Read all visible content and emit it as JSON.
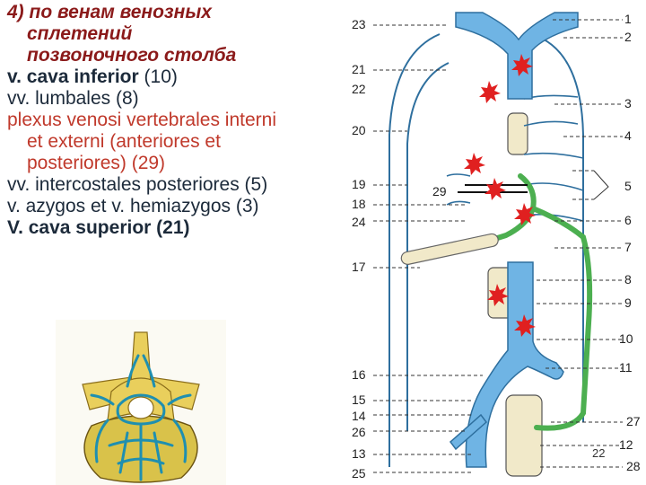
{
  "heading": {
    "line1": "4) по венам венозных",
    "line2": "сплетений",
    "line3": "позвоночного столба"
  },
  "list": {
    "l1_name": "v. cava inferior",
    "l1_num": "(10)",
    "l2": "vv. lumbales (8)",
    "l3a": "plexus venosi vertebrales interni",
    "l3b": "et externi (anteriores et",
    "l3c": "posteriores) (29)",
    "l4": "vv. intercostales posteriores (5)",
    "l5": "v. azygos et v. hemiazygos (3)",
    "l6": "V. cava superior (21)"
  },
  "diagram": {
    "left_labels": [
      "23",
      "21",
      "22",
      "20",
      "19",
      "18",
      "24",
      "17",
      "16",
      "15",
      "14",
      "26",
      "13",
      "25"
    ],
    "right_labels": [
      "1",
      "2",
      "3",
      "4",
      "5",
      "6",
      "7",
      "8",
      "9",
      "10",
      "11",
      "27",
      "12",
      "28"
    ],
    "inner_label": "29",
    "colors": {
      "vein": "#6fb4e4",
      "vein_outline": "#2e6f9e",
      "azygos": "#4caf50",
      "marker": "#e02020",
      "bone": "#f1e9c9"
    }
  },
  "page_number": "22"
}
